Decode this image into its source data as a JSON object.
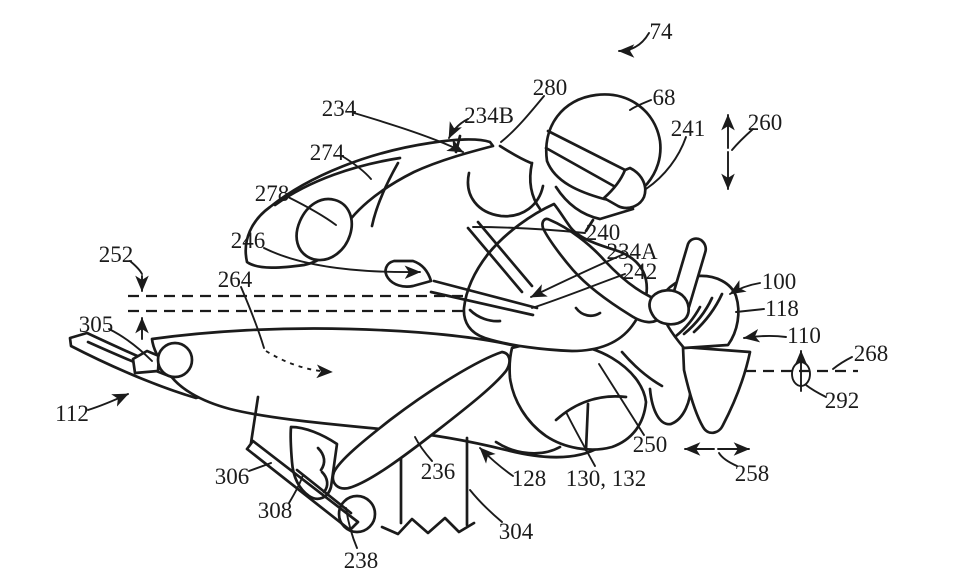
{
  "colors": {
    "ink": "#1b1b1b",
    "paper": "#ffffff"
  },
  "labels": {
    "74": "74",
    "68": "68",
    "280": "280",
    "241": "241",
    "260": "260",
    "234": "234",
    "234B": "234B",
    "274": "274",
    "278": "278",
    "246": "246",
    "252": "252",
    "264": "264",
    "240": "240",
    "234A": "234A",
    "242": "242",
    "100": "100",
    "118": "118",
    "110": "110",
    "268": "268",
    "292": "292",
    "305": "305",
    "112": "112",
    "250": "250",
    "258": "258",
    "306": "306",
    "236": "236",
    "128": "128",
    "130_132": "130, 132",
    "308": "308",
    "304": "304",
    "238": "238"
  }
}
